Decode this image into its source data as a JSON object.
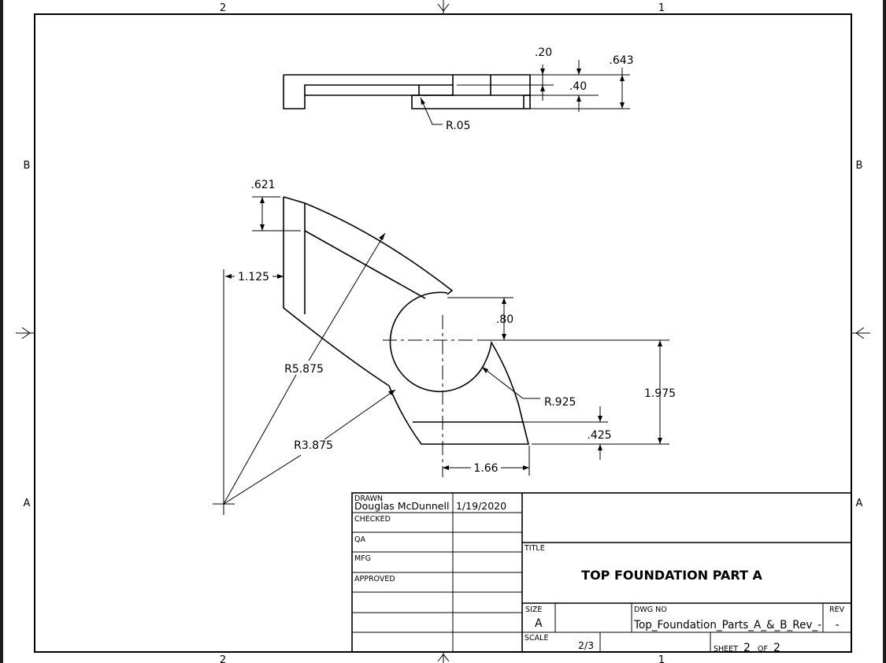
{
  "zones": {
    "top": [
      "2",
      "1"
    ],
    "bottom": [
      "2",
      "1"
    ],
    "left": [
      "B",
      "A"
    ],
    "right": [
      "B",
      "A"
    ]
  },
  "dimensions": {
    "d_020": ".20",
    "d_643": ".643",
    "d_040": ".40",
    "d_r005": "R.05",
    "d_621": ".621",
    "d_1125": "1.125",
    "d_080": ".80",
    "d_r5875": "R5.875",
    "d_r925": "R.925",
    "d_1975": "1.975",
    "d_425": ".425",
    "d_r3875": "R3.875",
    "d_166": "1.66"
  },
  "title_block": {
    "labels": {
      "drawn": "DRAWN",
      "checked": "CHECKED",
      "qa": "QA",
      "mfg": "MFG",
      "approved": "APPROVED",
      "title": "TITLE",
      "size": "SIZE",
      "dwg_no": "DWG NO",
      "rev": "REV",
      "scale": "SCALE",
      "sheet": "SHEET",
      "of": "OF"
    },
    "drawn_by": "Douglas McDunnell",
    "drawn_date": "1/19/2020",
    "title": "TOP FOUNDATION PART A",
    "size": "A",
    "dwg_no": "Top_Foundation_Parts_A_&_B_Rev_-",
    "rev": "-",
    "scale": "2/3",
    "sheet": "2",
    "of_sheets": "2"
  }
}
